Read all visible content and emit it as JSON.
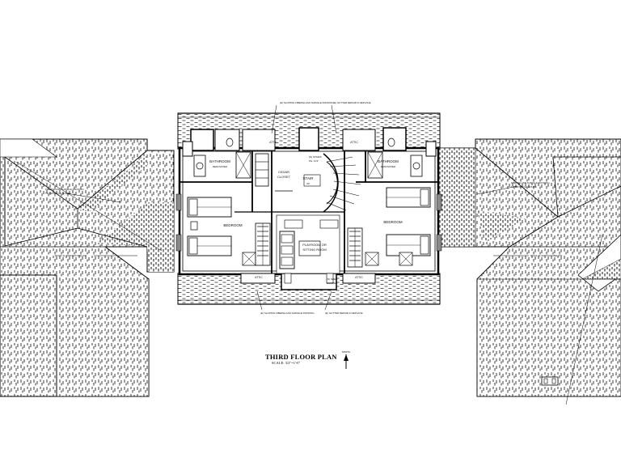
{
  "drawing": {
    "title": "THIRD FLOOR PLAN",
    "scale": "SCALE: 3/2\"=1'-0\"",
    "north_label": "NORTH"
  },
  "rooms": {
    "bathroom_left": "BATHROOM",
    "bathroom_left_note": "RENOVATED",
    "bathroom_right": "BATHROOM",
    "bathroom_right_note": "RENOVATED",
    "cedar_closet": "CEDAR",
    "cedar_closet_2": "CLOSET",
    "stair": "STAIR",
    "stair_note": "UP",
    "bedroom_left": "BEDROOM",
    "bedroom_right": "BEDROOM",
    "playroom": "PLAYROOM OR",
    "playroom_2": "SITTING ROOM",
    "attic_top_left": "ATTIC",
    "attic_top_right": "ATTIC",
    "attic_bottom_left": "ATTIC",
    "attic_bottom_right": "ATTIC"
  },
  "notes": {
    "top_left": "(E) SLOPING FIBERGLASS SHINGLE ROOFING",
    "top_right": "(E) GUTTER REPAIR & REPLACE",
    "bottom_left": "(E) SLOPING FIBERGLASS SHINGLE ROOFING",
    "bottom_right": "(E) GUTTER REPAIR & REPLACE",
    "stair_dims": "(N) STAIRS",
    "stair_dims_2": "PH. 11'3\"",
    "fiber_left": "FIBERGLASS SHINGLE ROOFING",
    "fiber_left_2": "TO MATCH (E) HOUSE",
    "fiber_right": "FIBERGLASS SHINGLE ROOFING",
    "fiber_right_2": "TO MATCH (E) HOUSE",
    "roof_left": "ROOF @ ADDITION BELOW",
    "roof_right": "ROOF @ ADDITION BELOW",
    "dormer_a": "(N) SHED",
    "dormer_b": "DORMER"
  }
}
